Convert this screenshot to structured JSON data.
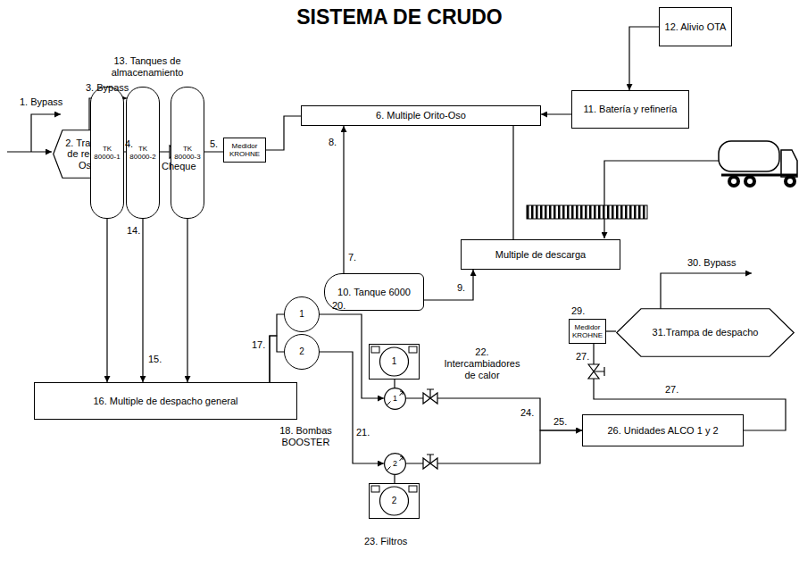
{
  "diagram": {
    "title": "SISTEMA DE CRUDO",
    "nodes": [
      {
        "text": [
          "2. Trampa de recibo Oso"
        ]
      },
      {
        "text": [
          "Medidor KROHNE"
        ]
      },
      {
        "text": [
          "6. Multiple Orito-Oso"
        ]
      },
      {
        "text": [
          "12. Alivio OTA"
        ]
      },
      {
        "text": [
          "11. Batería y refinería"
        ]
      },
      {
        "text": [
          "Multiple de descarga"
        ]
      },
      {
        "text": [
          "10. Tanque 6000"
        ]
      },
      {
        "text": [
          "TK 80000-1"
        ]
      },
      {
        "text": [
          "TK 80000-2"
        ]
      },
      {
        "text": [
          "TK 80000-3"
        ]
      },
      {
        "text": [
          "16. Multiple de despacho general"
        ]
      },
      {
        "text": [
          "1"
        ]
      },
      {
        "text": [
          "2"
        ]
      },
      {
        "text": [
          "1"
        ]
      },
      {
        "text": [
          "1"
        ]
      },
      {
        "text": [
          "2"
        ]
      },
      {
        "text": [
          "2"
        ]
      },
      {
        "text": [
          "26. Unidades ALCO 1 y 2"
        ]
      },
      {
        "text": [
          "Medidor KROHNE"
        ]
      },
      {
        "text": [
          "31.Trampa de despacho"
        ]
      }
    ],
    "edges": [
      {
        "from": 0,
        "to": 1,
        "arrow": "none"
      },
      {
        "from": 1,
        "to": 2,
        "arrow": "none"
      },
      {
        "from": 4,
        "to": 2,
        "arrow": "to"
      },
      {
        "from": 3,
        "to": 4,
        "arrow": "to"
      },
      {
        "from": 6,
        "to": 2,
        "arrow": "to"
      },
      {
        "from": 6,
        "to": 5,
        "arrow": "to"
      },
      {
        "from": 5,
        "to": 2,
        "arrow": "none"
      },
      {
        "from": 7,
        "to": 10,
        "arrow": "to"
      },
      {
        "from": 8,
        "to": 10,
        "arrow": "to"
      },
      {
        "from": 9,
        "to": 10,
        "arrow": "to"
      },
      {
        "from": 10,
        "to": 11,
        "arrow": "none"
      },
      {
        "from": 10,
        "to": 12,
        "arrow": "none"
      },
      {
        "from": 11,
        "to": 14,
        "arrow": "to"
      },
      {
        "from": 12,
        "to": 15,
        "arrow": "to"
      },
      {
        "from": 13,
        "to": 14,
        "arrow": "none"
      },
      {
        "from": 15,
        "to": 16,
        "arrow": "none"
      },
      {
        "from": 14,
        "to": 17,
        "arrow": "to"
      },
      {
        "from": 15,
        "to": 17,
        "arrow": "to"
      },
      {
        "from": 17,
        "to": 18,
        "arrow": "none"
      },
      {
        "from": 18,
        "to": 19,
        "arrow": "none"
      }
    ],
    "labels": [
      "1. Bypass",
      "3. Bypass",
      "4.",
      "Cheque",
      "5.",
      "8.",
      "7.",
      "9.",
      "13. Tanques de almacenamiento",
      "14.",
      "15.",
      "17.",
      "18. Bombas BOOSTER",
      "20.",
      "21.",
      "22. Intercambiadores de calor",
      "23. Filtros",
      "24.",
      "25.",
      "27.",
      "27.",
      "29.",
      "30. Bypass"
    ]
  }
}
